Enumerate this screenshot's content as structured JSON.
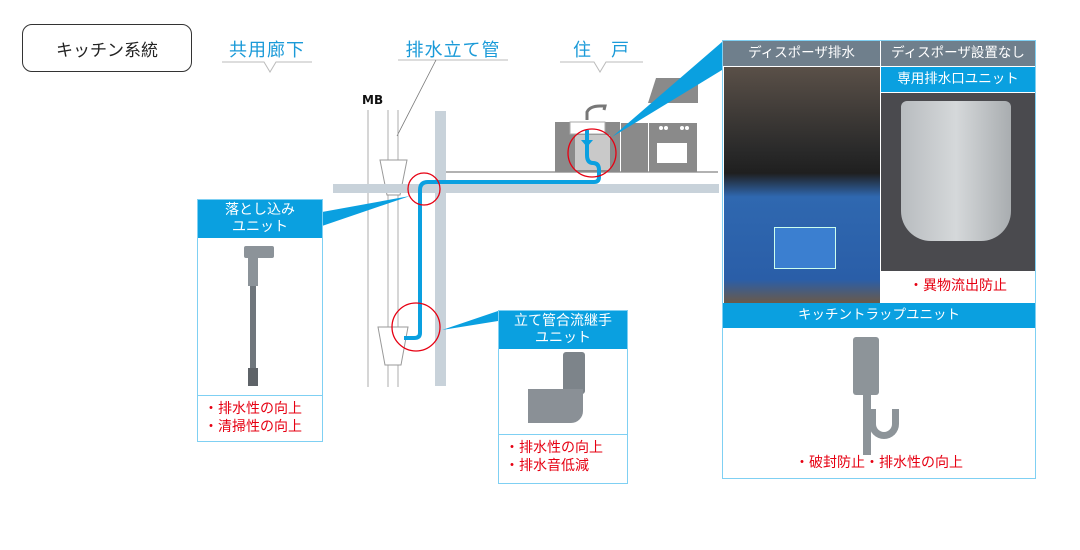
{
  "title": "キッチン系統",
  "labels": {
    "corridor": "共用廊下",
    "stack": "排水立て管",
    "unit": "住　戸",
    "mb": "MB"
  },
  "cards": {
    "drop": {
      "title1": "落とし込み",
      "title2": "ユニット",
      "bullets": [
        "・排水性の向上",
        "・清掃性の向上"
      ]
    },
    "joint": {
      "title1": "立て管合流継手",
      "title2": "ユニット",
      "bullets": [
        "・排水性の向上",
        "・排水音低減"
      ]
    }
  },
  "right_panel": {
    "disposer": "ディスポーザ排水",
    "no_disposer": "ディスポーザ設置なし",
    "outlet_unit": "専用排水口ユニット",
    "outlet_benefit": "・異物流出防止",
    "trap_unit": "キッチントラップユニット",
    "trap_benefit": "・破封防止・排水性の向上"
  },
  "colors": {
    "accent": "#0aa0e0",
    "benefit": "#e60012",
    "structure": "#c8d2da"
  }
}
